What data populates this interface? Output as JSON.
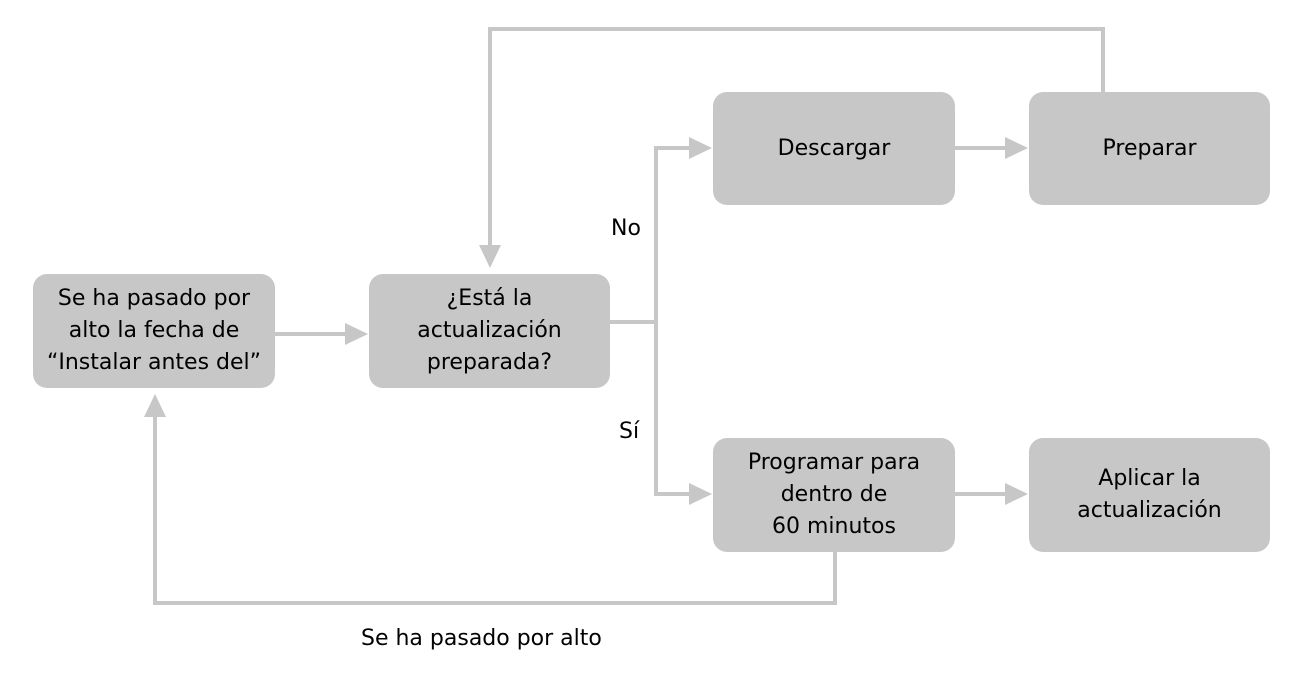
{
  "colors": {
    "node_fill": "#c7c7c7",
    "connector": "#c7c7c7",
    "text": "#000000",
    "background": "#ffffff"
  },
  "nodes": {
    "deadline_missed": {
      "line1": "Se ha pasado por",
      "line2": "alto la fecha de",
      "line3": "“Instalar antes del”"
    },
    "update_ready": {
      "line1": "¿Está la",
      "line2": "actualización",
      "line3": "preparada?"
    },
    "download": {
      "label": "Descargar"
    },
    "prepare": {
      "label": "Preparar"
    },
    "schedule": {
      "line1": "Programar para",
      "line2": "dentro de",
      "line3": "60 minutos"
    },
    "apply": {
      "line1": "Aplicar la",
      "line2": "actualización"
    }
  },
  "edge_labels": {
    "no": "No",
    "yes": "Sí",
    "missed": "Se ha pasado por alto"
  }
}
